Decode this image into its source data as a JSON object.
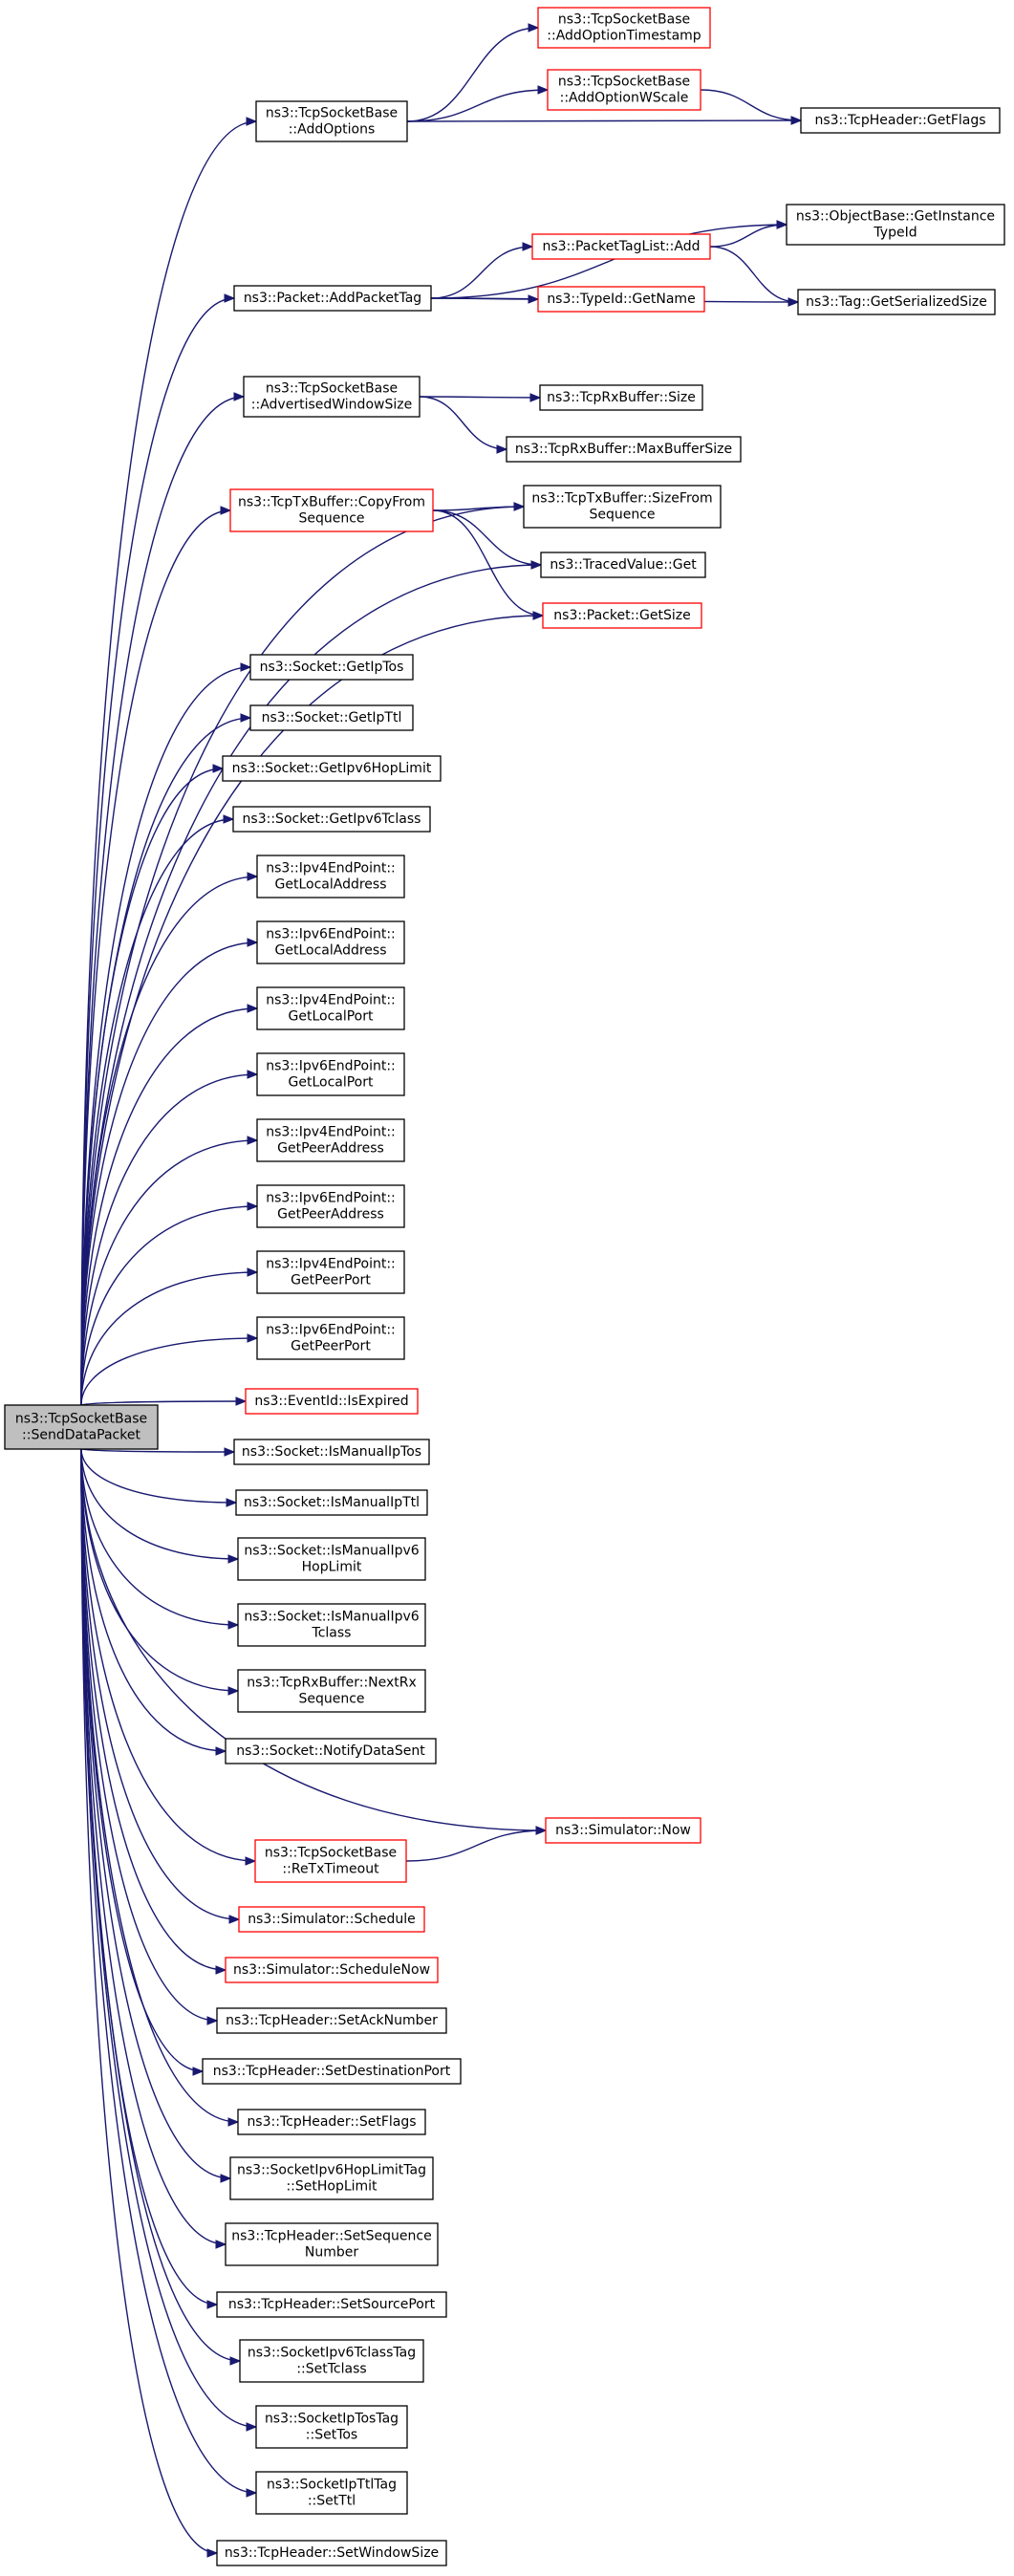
{
  "nodes": [
    {
      "id": "root",
      "lines": [
        "ns3::TcpSocketBase",
        "::SendDataPacket"
      ],
      "style": "root"
    },
    {
      "id": "addOptions",
      "lines": [
        "ns3::TcpSocketBase",
        "::AddOptions"
      ],
      "style": "black"
    },
    {
      "id": "addTs",
      "lines": [
        "ns3::TcpSocketBase",
        "::AddOptionTimestamp"
      ],
      "style": "red"
    },
    {
      "id": "addWs",
      "lines": [
        "ns3::TcpSocketBase",
        "::AddOptionWScale"
      ],
      "style": "red"
    },
    {
      "id": "getFlags",
      "lines": [
        "ns3::TcpHeader::GetFlags"
      ],
      "style": "black"
    },
    {
      "id": "addPktTag",
      "lines": [
        "ns3::Packet::AddPacketTag"
      ],
      "style": "black"
    },
    {
      "id": "objTypeId",
      "lines": [
        "ns3::ObjectBase::GetInstance",
        "TypeId"
      ],
      "style": "black"
    },
    {
      "id": "ptlAdd",
      "lines": [
        "ns3::PacketTagList::Add"
      ],
      "style": "red"
    },
    {
      "id": "typeIdName",
      "lines": [
        "ns3::TypeId::GetName"
      ],
      "style": "red"
    },
    {
      "id": "tagSerSize",
      "lines": [
        "ns3::Tag::GetSerializedSize"
      ],
      "style": "black"
    },
    {
      "id": "advWin",
      "lines": [
        "ns3::TcpSocketBase",
        "::AdvertisedWindowSize"
      ],
      "style": "black"
    },
    {
      "id": "rxSize",
      "lines": [
        "ns3::TcpRxBuffer::Size"
      ],
      "style": "black"
    },
    {
      "id": "rxMax",
      "lines": [
        "ns3::TcpRxBuffer::MaxBufferSize"
      ],
      "style": "black"
    },
    {
      "id": "txCopy",
      "lines": [
        "ns3::TcpTxBuffer::CopyFrom",
        "Sequence"
      ],
      "style": "red"
    },
    {
      "id": "txSizeFrom",
      "lines": [
        "ns3::TcpTxBuffer::SizeFrom",
        "Sequence"
      ],
      "style": "black"
    },
    {
      "id": "tracedGet",
      "lines": [
        "ns3::TracedValue::Get"
      ],
      "style": "black"
    },
    {
      "id": "pktSize",
      "lines": [
        "ns3::Packet::GetSize"
      ],
      "style": "red"
    },
    {
      "id": "getIpTos",
      "lines": [
        "ns3::Socket::GetIpTos"
      ],
      "style": "black"
    },
    {
      "id": "getIpTtl",
      "lines": [
        "ns3::Socket::GetIpTtl"
      ],
      "style": "black"
    },
    {
      "id": "getHopLim",
      "lines": [
        "ns3::Socket::GetIpv6HopLimit"
      ],
      "style": "black"
    },
    {
      "id": "getTclass",
      "lines": [
        "ns3::Socket::GetIpv6Tclass"
      ],
      "style": "black"
    },
    {
      "id": "v4LocAddr",
      "lines": [
        "ns3::Ipv4EndPoint::",
        "GetLocalAddress"
      ],
      "style": "black"
    },
    {
      "id": "v6LocAddr",
      "lines": [
        "ns3::Ipv6EndPoint::",
        "GetLocalAddress"
      ],
      "style": "black"
    },
    {
      "id": "v4LocPort",
      "lines": [
        "ns3::Ipv4EndPoint::",
        "GetLocalPort"
      ],
      "style": "black"
    },
    {
      "id": "v6LocPort",
      "lines": [
        "ns3::Ipv6EndPoint::",
        "GetLocalPort"
      ],
      "style": "black"
    },
    {
      "id": "v4PeerAddr",
      "lines": [
        "ns3::Ipv4EndPoint::",
        "GetPeerAddress"
      ],
      "style": "black"
    },
    {
      "id": "v6PeerAddr",
      "lines": [
        "ns3::Ipv6EndPoint::",
        "GetPeerAddress"
      ],
      "style": "black"
    },
    {
      "id": "v4PeerPort",
      "lines": [
        "ns3::Ipv4EndPoint::",
        "GetPeerPort"
      ],
      "style": "black"
    },
    {
      "id": "v6PeerPort",
      "lines": [
        "ns3::Ipv6EndPoint::",
        "GetPeerPort"
      ],
      "style": "black"
    },
    {
      "id": "isExpired",
      "lines": [
        "ns3::EventId::IsExpired"
      ],
      "style": "red"
    },
    {
      "id": "manTos",
      "lines": [
        "ns3::Socket::IsManualIpTos"
      ],
      "style": "black"
    },
    {
      "id": "manTtl",
      "lines": [
        "ns3::Socket::IsManualIpTtl"
      ],
      "style": "black"
    },
    {
      "id": "manHop",
      "lines": [
        "ns3::Socket::IsManualIpv6",
        "HopLimit"
      ],
      "style": "black"
    },
    {
      "id": "manTcl",
      "lines": [
        "ns3::Socket::IsManualIpv6",
        "Tclass"
      ],
      "style": "black"
    },
    {
      "id": "nextRx",
      "lines": [
        "ns3::TcpRxBuffer::NextRx",
        "Sequence"
      ],
      "style": "black"
    },
    {
      "id": "notify",
      "lines": [
        "ns3::Socket::NotifyDataSent"
      ],
      "style": "black"
    },
    {
      "id": "simNow",
      "lines": [
        "ns3::Simulator::Now"
      ],
      "style": "red"
    },
    {
      "id": "reTx",
      "lines": [
        "ns3::TcpSocketBase",
        "::ReTxTimeout"
      ],
      "style": "red"
    },
    {
      "id": "schedule",
      "lines": [
        "ns3::Simulator::Schedule"
      ],
      "style": "red"
    },
    {
      "id": "schedNow",
      "lines": [
        "ns3::Simulator::ScheduleNow"
      ],
      "style": "red"
    },
    {
      "id": "setAck",
      "lines": [
        "ns3::TcpHeader::SetAckNumber"
      ],
      "style": "black"
    },
    {
      "id": "setDst",
      "lines": [
        "ns3::TcpHeader::SetDestinationPort"
      ],
      "style": "black"
    },
    {
      "id": "setFlags",
      "lines": [
        "ns3::TcpHeader::SetFlags"
      ],
      "style": "black"
    },
    {
      "id": "setHopLim",
      "lines": [
        "ns3::SocketIpv6HopLimitTag",
        "::SetHopLimit"
      ],
      "style": "black"
    },
    {
      "id": "setSeq",
      "lines": [
        "ns3::TcpHeader::SetSequence",
        "Number"
      ],
      "style": "black"
    },
    {
      "id": "setSrc",
      "lines": [
        "ns3::TcpHeader::SetSourcePort"
      ],
      "style": "black"
    },
    {
      "id": "setTclass",
      "lines": [
        "ns3::SocketIpv6TclassTag",
        "::SetTclass"
      ],
      "style": "black"
    },
    {
      "id": "setTos",
      "lines": [
        "ns3::SocketIpTosTag",
        "::SetTos"
      ],
      "style": "black"
    },
    {
      "id": "setTtl",
      "lines": [
        "ns3::SocketIpTtlTag",
        "::SetTtl"
      ],
      "style": "black"
    },
    {
      "id": "setWin",
      "lines": [
        "ns3::TcpHeader::SetWindowSize"
      ],
      "style": "black"
    }
  ],
  "edges": [
    [
      "root",
      "addOptions"
    ],
    [
      "addOptions",
      "addTs"
    ],
    [
      "addOptions",
      "addWs"
    ],
    [
      "addOptions",
      "getFlags"
    ],
    [
      "addWs",
      "getFlags"
    ],
    [
      "root",
      "addPktTag"
    ],
    [
      "addPktTag",
      "objTypeId"
    ],
    [
      "addPktTag",
      "ptlAdd"
    ],
    [
      "addPktTag",
      "typeIdName"
    ],
    [
      "addPktTag",
      "tagSerSize"
    ],
    [
      "ptlAdd",
      "objTypeId"
    ],
    [
      "ptlAdd",
      "tagSerSize"
    ],
    [
      "root",
      "advWin"
    ],
    [
      "advWin",
      "rxSize"
    ],
    [
      "advWin",
      "rxMax"
    ],
    [
      "root",
      "txSizeFrom"
    ],
    [
      "root",
      "txCopy"
    ],
    [
      "txCopy",
      "txSizeFrom"
    ],
    [
      "txCopy",
      "tracedGet"
    ],
    [
      "txCopy",
      "pktSize"
    ],
    [
      "root",
      "tracedGet"
    ],
    [
      "root",
      "pktSize"
    ],
    [
      "root",
      "getIpTos"
    ],
    [
      "root",
      "getIpTtl"
    ],
    [
      "root",
      "getHopLim"
    ],
    [
      "root",
      "getTclass"
    ],
    [
      "root",
      "v4LocAddr"
    ],
    [
      "root",
      "v6LocAddr"
    ],
    [
      "root",
      "v4LocPort"
    ],
    [
      "root",
      "v6LocPort"
    ],
    [
      "root",
      "v4PeerAddr"
    ],
    [
      "root",
      "v6PeerAddr"
    ],
    [
      "root",
      "v4PeerPort"
    ],
    [
      "root",
      "v6PeerPort"
    ],
    [
      "root",
      "isExpired"
    ],
    [
      "root",
      "manTos"
    ],
    [
      "root",
      "manTtl"
    ],
    [
      "root",
      "manHop"
    ],
    [
      "root",
      "manTcl"
    ],
    [
      "root",
      "nextRx"
    ],
    [
      "root",
      "notify"
    ],
    [
      "root",
      "simNow"
    ],
    [
      "root",
      "reTx"
    ],
    [
      "reTx",
      "simNow"
    ],
    [
      "root",
      "schedule"
    ],
    [
      "root",
      "schedNow"
    ],
    [
      "root",
      "setAck"
    ],
    [
      "root",
      "setDst"
    ],
    [
      "root",
      "setFlags"
    ],
    [
      "root",
      "setHopLim"
    ],
    [
      "root",
      "setSeq"
    ],
    [
      "root",
      "setSrc"
    ],
    [
      "root",
      "setTclass"
    ],
    [
      "root",
      "setTos"
    ],
    [
      "root",
      "setTtl"
    ],
    [
      "root",
      "setWin"
    ]
  ]
}
